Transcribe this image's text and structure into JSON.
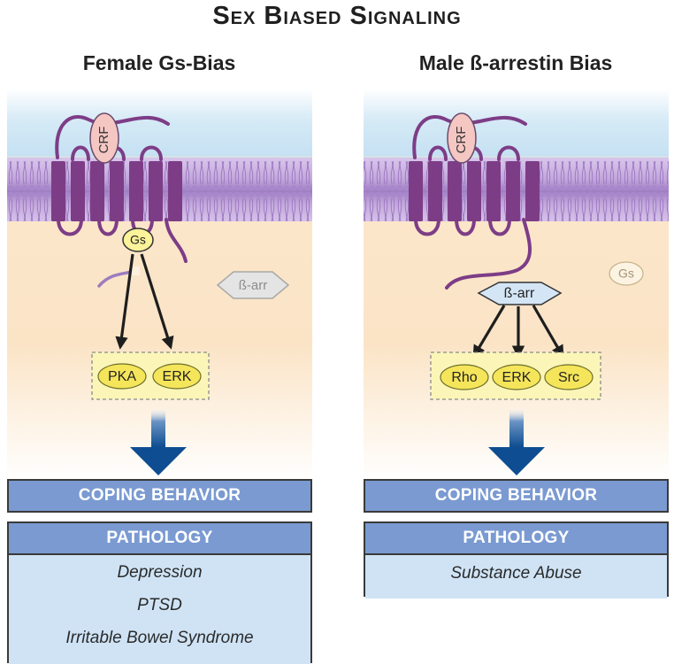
{
  "title": "Sex Biased Signaling",
  "panels": [
    {
      "heading": "Female Gs-Bias",
      "ligand": "CRF",
      "gprotein": "Gs",
      "inactive": "ß-arr",
      "effectors": [
        "PKA",
        "ERK"
      ],
      "coping": "COPING BEHAVIOR",
      "pathology_header": "PATHOLOGY",
      "pathologies": [
        "Depression",
        "PTSD",
        "Irritable Bowel Syndrome"
      ]
    },
    {
      "heading": "Male ß-arrestin Bias",
      "ligand": "CRF",
      "arrestin": "ß-arr",
      "inactive": "Gs",
      "effectors": [
        "Rho",
        "ERK",
        "Src"
      ],
      "coping": "COPING BEHAVIOR",
      "pathology_header": "PATHOLOGY",
      "pathologies": [
        "Substance Abuse"
      ]
    }
  ],
  "colors": {
    "receptor": "#7d3d86",
    "membrane": "#b89bd3",
    "extracellular": "#c9e3f3",
    "cytoplasm": "#fbe5c8",
    "effector_fill": "#f5e55a",
    "arrow_blue": "#0e4d91",
    "box_header": "#7a9ad1",
    "box_body": "#cfe3f5"
  }
}
